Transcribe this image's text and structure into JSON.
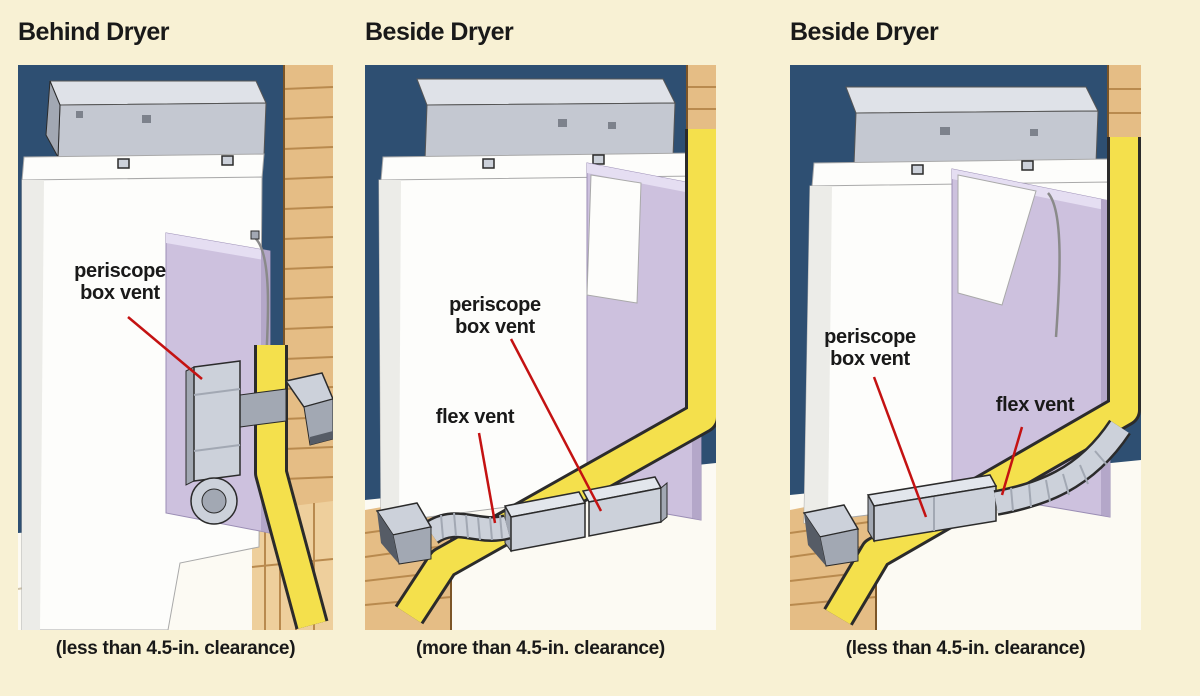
{
  "colors": {
    "pagebg": "#f8f1d4",
    "blue": "#2e4f72",
    "floor": "#fcfaf3",
    "wood": "#e5bd85",
    "woodlight": "#eecf9c",
    "woodline": "#b98a4e",
    "yellow": "#f4e04c",
    "outline": "#2b2b2b",
    "metal": "#ccd1da",
    "metaltop": "#e2e6ec",
    "metaldark": "#a2a8b3",
    "metaldeep": "#565c66",
    "lavender": "#cdc1de",
    "lavenderlight": "#e5def2",
    "lavenderdark": "#b4a7c9",
    "dryerwhite": "#fdfdfb",
    "consoletop": "#dfe2e8",
    "consolefront": "#c4c8d1",
    "red": "#c41212",
    "text": "#191919"
  },
  "panels": [
    {
      "title": "Behind Dryer",
      "caption": "(less than 4.5-in. clearance)",
      "labels": {
        "periscope_line1": "periscope",
        "periscope_line2": "box vent"
      }
    },
    {
      "title": "Beside Dryer",
      "caption": "(more than 4.5-in. clearance)",
      "labels": {
        "periscope_line1": "periscope",
        "periscope_line2": "box vent",
        "flex": "flex vent"
      }
    },
    {
      "title": "Beside Dryer",
      "caption": "(less than 4.5-in. clearance)",
      "labels": {
        "periscope_line1": "periscope",
        "periscope_line2": "box vent",
        "flex": "flex vent"
      }
    }
  ]
}
